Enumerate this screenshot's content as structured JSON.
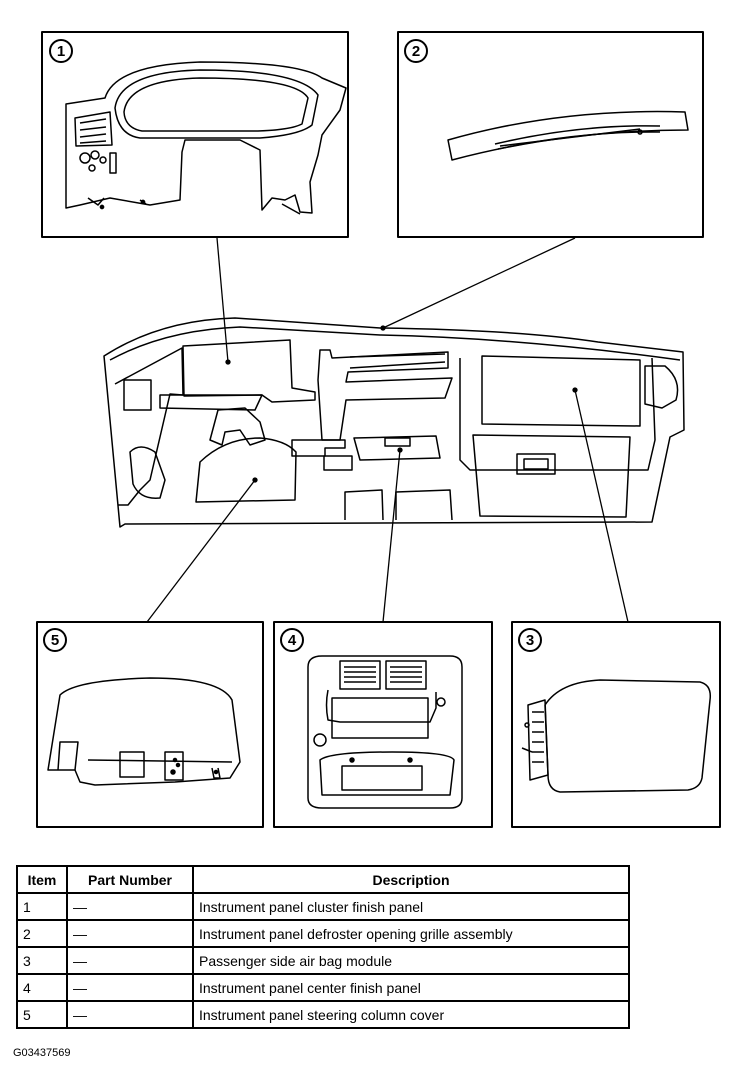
{
  "callouts": [
    "1",
    "2",
    "3",
    "4",
    "5"
  ],
  "table": {
    "headers": [
      "Item",
      "Part Number",
      "Description"
    ],
    "rows": [
      {
        "item": "1",
        "part_number": "—",
        "description": "Instrument panel cluster finish panel"
      },
      {
        "item": "2",
        "part_number": "—",
        "description": "Instrument panel defroster opening grille assembly"
      },
      {
        "item": "3",
        "part_number": "—",
        "description": "Passenger side air bag module"
      },
      {
        "item": "4",
        "part_number": "—",
        "description": "Instrument panel center finish panel"
      },
      {
        "item": "5",
        "part_number": "—",
        "description": "Instrument panel steering column cover"
      }
    ]
  },
  "figure_id": "G03437569"
}
